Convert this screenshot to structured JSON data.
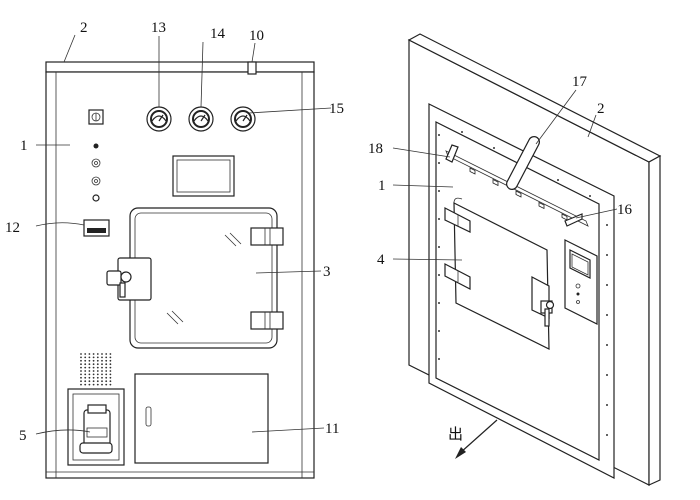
{
  "callouts": {
    "front": {
      "n1": "1",
      "n2": "2",
      "n3": "3",
      "n5": "5",
      "n10": "10",
      "n11": "11",
      "n12": "12",
      "n13": "13",
      "n14": "14",
      "n15": "15"
    },
    "perspective": {
      "n1": "1",
      "n2": "2",
      "n4": "4",
      "n16": "16",
      "n17": "17",
      "n18": "18"
    }
  },
  "exit_label": "出"
}
